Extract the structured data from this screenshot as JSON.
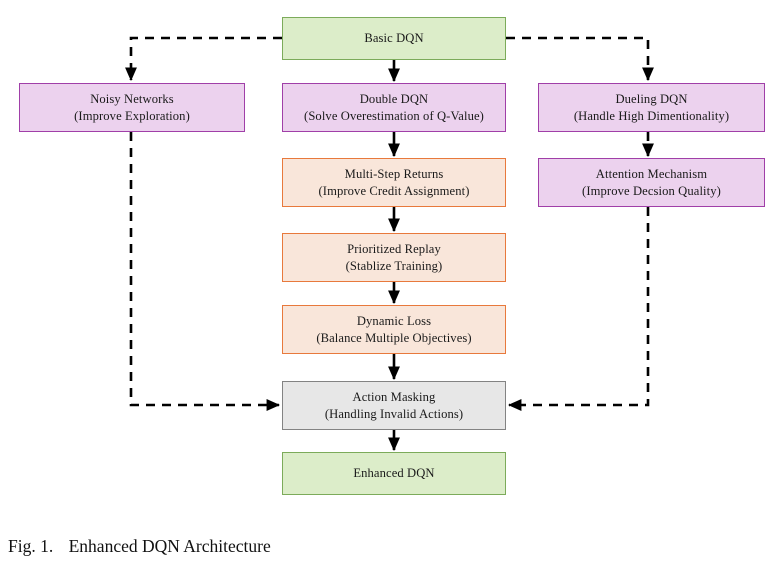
{
  "figure": {
    "caption_label": "Fig. 1.",
    "caption_text": "Enhanced DQN Architecture"
  },
  "colors": {
    "green_fill": "#dcedc9",
    "green_border": "#7cab5a",
    "purple_fill": "#ecd2ee",
    "purple_border": "#a03fa8",
    "orange_fill": "#f9e6da",
    "orange_border": "#e8793c",
    "gray_fill": "#e7e7e7",
    "gray_border": "#838383",
    "edge_color": "#000000",
    "background": "#ffffff"
  },
  "nodes": {
    "basic_dqn": {
      "title": "Basic DQN",
      "subtitle": ""
    },
    "noisy_networks": {
      "title": "Noisy Networks",
      "subtitle": "(Improve Exploration)"
    },
    "double_dqn": {
      "title": "Double DQN",
      "subtitle": "(Solve Overestimation of Q-Value)"
    },
    "dueling_dqn": {
      "title": "Dueling DQN",
      "subtitle": "(Handle High Dimentionality)"
    },
    "multi_step": {
      "title": "Multi-Step Returns",
      "subtitle": "(Improve Credit Assignment)"
    },
    "attention": {
      "title": "Attention Mechanism",
      "subtitle": "(Improve Decsion Quality)"
    },
    "prioritized": {
      "title": "Prioritized Replay",
      "subtitle": "(Stablize Training)"
    },
    "dynamic_loss": {
      "title": "Dynamic Loss",
      "subtitle": "(Balance Multiple Objectives)"
    },
    "action_masking": {
      "title": "Action Masking",
      "subtitle": "(Handling Invalid Actions)"
    },
    "enhanced_dqn": {
      "title": "Enhanced DQN",
      "subtitle": ""
    }
  },
  "edges": [
    {
      "from": "basic_dqn",
      "to": "double_dqn",
      "style": "solid"
    },
    {
      "from": "double_dqn",
      "to": "multi_step",
      "style": "solid"
    },
    {
      "from": "multi_step",
      "to": "prioritized",
      "style": "solid"
    },
    {
      "from": "prioritized",
      "to": "dynamic_loss",
      "style": "solid"
    },
    {
      "from": "dynamic_loss",
      "to": "action_masking",
      "style": "solid"
    },
    {
      "from": "action_masking",
      "to": "enhanced_dqn",
      "style": "solid"
    },
    {
      "from": "basic_dqn",
      "to": "noisy_networks",
      "style": "dashed"
    },
    {
      "from": "noisy_networks",
      "to": "action_masking",
      "style": "dashed"
    },
    {
      "from": "basic_dqn",
      "to": "dueling_dqn",
      "style": "dashed"
    },
    {
      "from": "dueling_dqn",
      "to": "attention",
      "style": "dashed"
    },
    {
      "from": "attention",
      "to": "action_masking",
      "style": "dashed"
    }
  ]
}
